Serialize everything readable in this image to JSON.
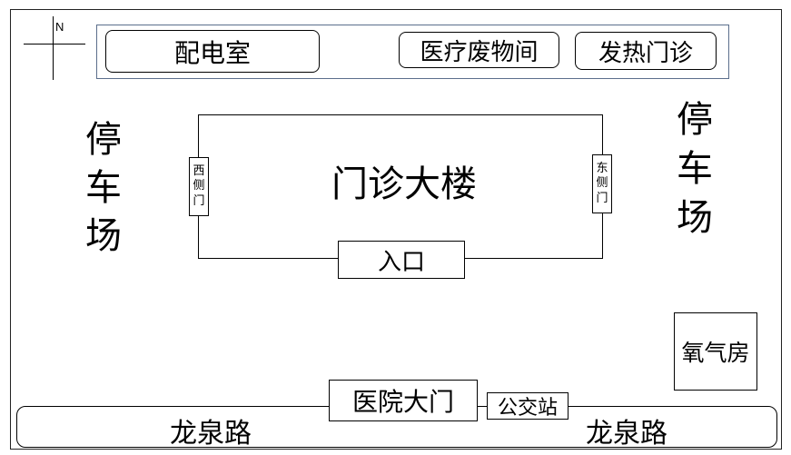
{
  "compass": {
    "north_label": "N",
    "icon": "compass-icon"
  },
  "rooms": {
    "power_room": "配电室",
    "medical_waste": "医疗废物间",
    "fever_clinic": "发热门诊",
    "oxygen_room": "氧气房"
  },
  "parking_west": {
    "chars": [
      "停",
      "车",
      "场"
    ]
  },
  "parking_east": {
    "chars": [
      "停",
      "车",
      "场"
    ]
  },
  "building": {
    "label": "门诊大楼",
    "entrance": "入口",
    "west_door_chars": [
      "西",
      "侧",
      "门"
    ],
    "east_door_chars": [
      "东",
      "侧",
      "门"
    ]
  },
  "gate": "医院大门",
  "bus_stop": "公交站",
  "road": {
    "left_label": "龙泉路",
    "right_label": "龙泉路"
  }
}
